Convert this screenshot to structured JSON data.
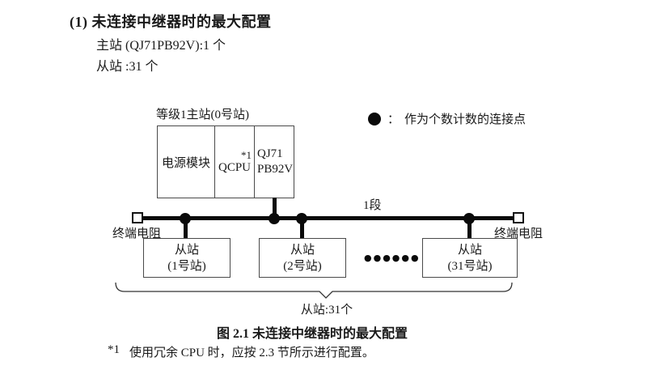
{
  "colors": {
    "ink": "#1a1a1a",
    "line": "#0a0a0a",
    "border": "#4a4a4a"
  },
  "header": {
    "title": "(1) 未连接中继器时的最大配置",
    "master_line": "主站 (QJ71PB92V):1 个",
    "slave_line": "从站 :31 个"
  },
  "legend": {
    "separator": "：",
    "label": "作为个数计数的连接点"
  },
  "diagram": {
    "master": {
      "label": "等级1主站(0号站)",
      "cells": {
        "power": "电源模块",
        "cpu": "QCPU",
        "cpu_note": "*1",
        "network_line1": "QJ71",
        "network_line2": "PB92V"
      }
    },
    "segment_label": "1段",
    "terminator_left": "终端电阻",
    "terminator_right": "终端电阻",
    "slaves": [
      {
        "name": "从站",
        "station": "(1号站)"
      },
      {
        "name": "从站",
        "station": "(2号站)"
      },
      {
        "name": "从站",
        "station": "(31号站)"
      }
    ],
    "ellipsis": "●●●●●●",
    "brace_label": "从站:31个"
  },
  "caption": "图 2.1 未连接中继器时的最大配置",
  "footnote": {
    "marker": "*1",
    "text": "使用冗余 CPU 时，应按 2.3 节所示进行配置。"
  }
}
